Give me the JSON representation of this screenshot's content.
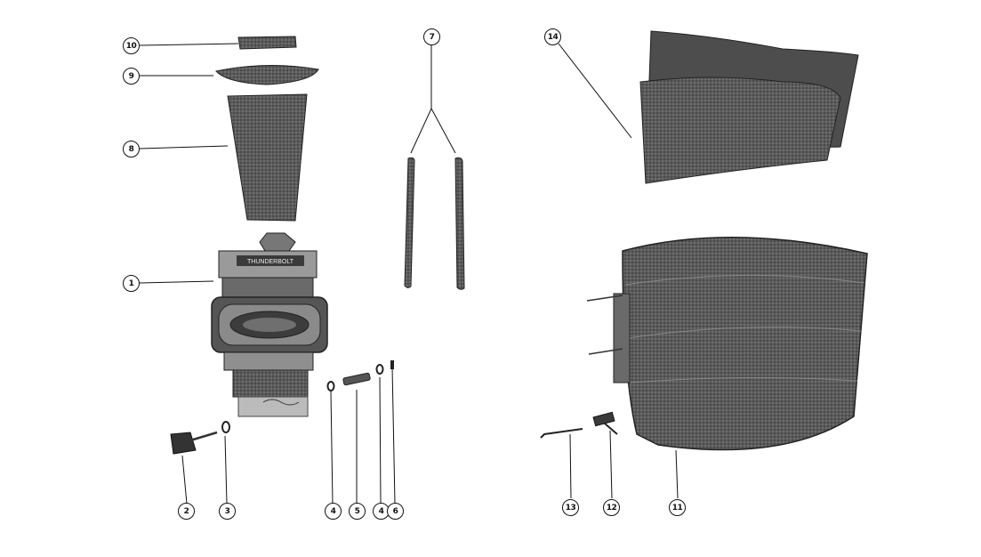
{
  "diagram": {
    "callouts": [
      {
        "id": "c1",
        "label": "1"
      },
      {
        "id": "c2",
        "label": "2"
      },
      {
        "id": "c3",
        "label": "3"
      },
      {
        "id": "c4a",
        "label": "4"
      },
      {
        "id": "c5",
        "label": "5"
      },
      {
        "id": "c4b",
        "label": "4"
      },
      {
        "id": "c6",
        "label": "6"
      },
      {
        "id": "c7",
        "label": "7"
      },
      {
        "id": "c8",
        "label": "8"
      },
      {
        "id": "c9",
        "label": "9"
      },
      {
        "id": "c10",
        "label": "10"
      },
      {
        "id": "c11",
        "label": "11"
      },
      {
        "id": "c12",
        "label": "12"
      },
      {
        "id": "c13",
        "label": "13"
      },
      {
        "id": "c14",
        "label": "14"
      }
    ],
    "emblem_text": "THUNDERBOLT",
    "colors": {
      "ink": "#111111",
      "part_fill": "#4a4a4a",
      "part_dark": "#2e2e2e",
      "paper": "#ffffff"
    }
  }
}
